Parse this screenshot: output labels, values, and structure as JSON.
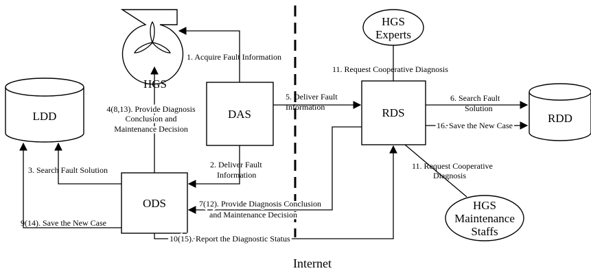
{
  "nodes": {
    "hgs": "HGS",
    "ldd": "LDD",
    "das": "DAS",
    "ods": "ODS",
    "rds": "RDS",
    "rdd": "RDD",
    "hgs_experts": [
      "HGS",
      "Experts"
    ],
    "hgs_staffs": [
      "HGS",
      "Maintenance",
      "Staffs"
    ]
  },
  "edges": {
    "e1": [
      "1. Acquire Fault Information"
    ],
    "e2": [
      "2. Deliver Fault",
      "Information"
    ],
    "e3": [
      "3. Search Fault Solution"
    ],
    "e4": [
      "4(8,13). Provide Diagnosis",
      "Conclusion and",
      "Maintenance Decision"
    ],
    "e5": [
      "5. Deliver Fault",
      "Information"
    ],
    "e6": [
      "6. Search Fault",
      "Solution"
    ],
    "e7": [
      "7(12). Provide Diagnosis Conclusion",
      "and Maintenance Decision"
    ],
    "e9": [
      "9(14). Save the New Case"
    ],
    "e10": [
      "10(15). Report the Diagnostic Status"
    ],
    "e11a": [
      "11. Request Cooperative Diagnosis"
    ],
    "e11b": [
      "11. Request Cooperative",
      "Diagnosis"
    ],
    "e16": [
      "16. Save the New Case"
    ]
  },
  "internet_label": "Internet"
}
